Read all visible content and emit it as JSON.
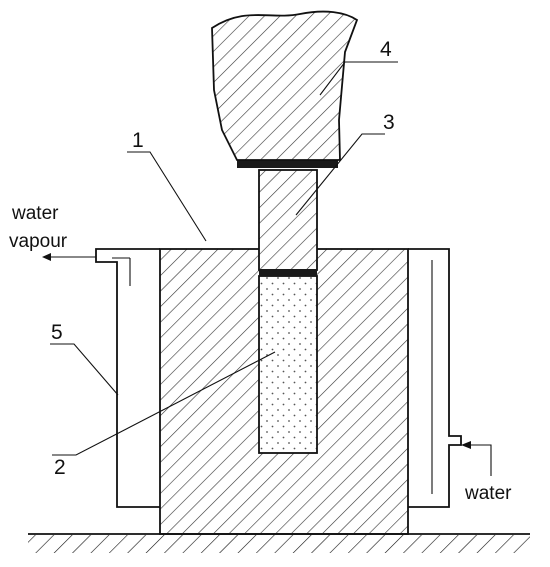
{
  "labels": {
    "part1": "1",
    "part2": "2",
    "part3": "3",
    "part4": "4",
    "part5": "5",
    "outlet_line1": "water",
    "outlet_line2": "vapour",
    "inlet": "water"
  },
  "colors": {
    "line": "#111111",
    "hatch": "#333333",
    "plate": "#1a1a1a",
    "sample_fill": "#f2f2f2",
    "dot": "#555555"
  }
}
